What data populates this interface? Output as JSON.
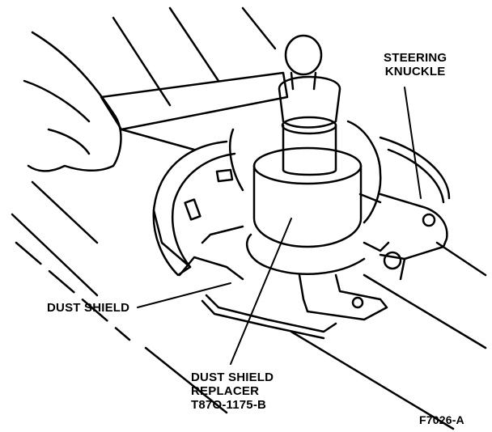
{
  "labels": {
    "steering_knuckle": [
      "STEERING",
      "KNUCKLE"
    ],
    "dust_shield": "DUST SHIELD",
    "replacer": [
      "DUST SHIELD",
      "REPLACER",
      "T87O-1175-B"
    ],
    "figure_id": "F7026-A"
  },
  "colors": {
    "ink": "#000000",
    "paper": "#ffffff"
  }
}
